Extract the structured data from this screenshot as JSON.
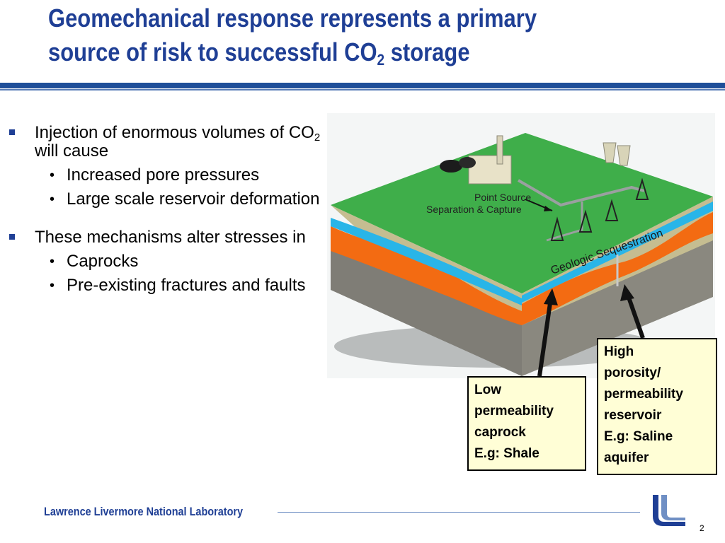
{
  "slide": {
    "title_line1": "Geomechanical response represents a primary",
    "title_line2_pre": "source of risk to successful CO",
    "title_line2_sub": "2",
    "title_line2_post": " storage"
  },
  "bullets": [
    {
      "text_pre": "Injection of enormous volumes of CO",
      "text_sub": "2",
      "text_post": " will cause",
      "children": [
        "Increased pore pressures",
        "Large scale reservoir deformation"
      ]
    },
    {
      "text_pre": "These mechanisms alter stresses in",
      "children": [
        "Caprocks",
        "Pre-existing fractures and faults"
      ]
    }
  ],
  "figure": {
    "label_point_source_1": "Point Source",
    "label_point_source_2": "Separation & Capture",
    "label_geologic": "Geologic Sequestration"
  },
  "callouts": {
    "low": [
      "Low",
      "permeability",
      "caprock",
      "E.g: Shale"
    ],
    "high": [
      "High",
      "porosity/",
      "permeability",
      "reservoir",
      "E.g: Saline",
      "aquifer"
    ]
  },
  "footer": {
    "organization": "Lawrence Livermore National Laboratory",
    "page_number": "2"
  },
  "colors": {
    "title_blue": "#1f3f95",
    "rule_blue": "#1f4f99",
    "callout_fill": "#fffed6",
    "surface_green": "#3fae4a",
    "aquifer_orange": "#f36b12",
    "water_blue": "#29b5e8"
  }
}
